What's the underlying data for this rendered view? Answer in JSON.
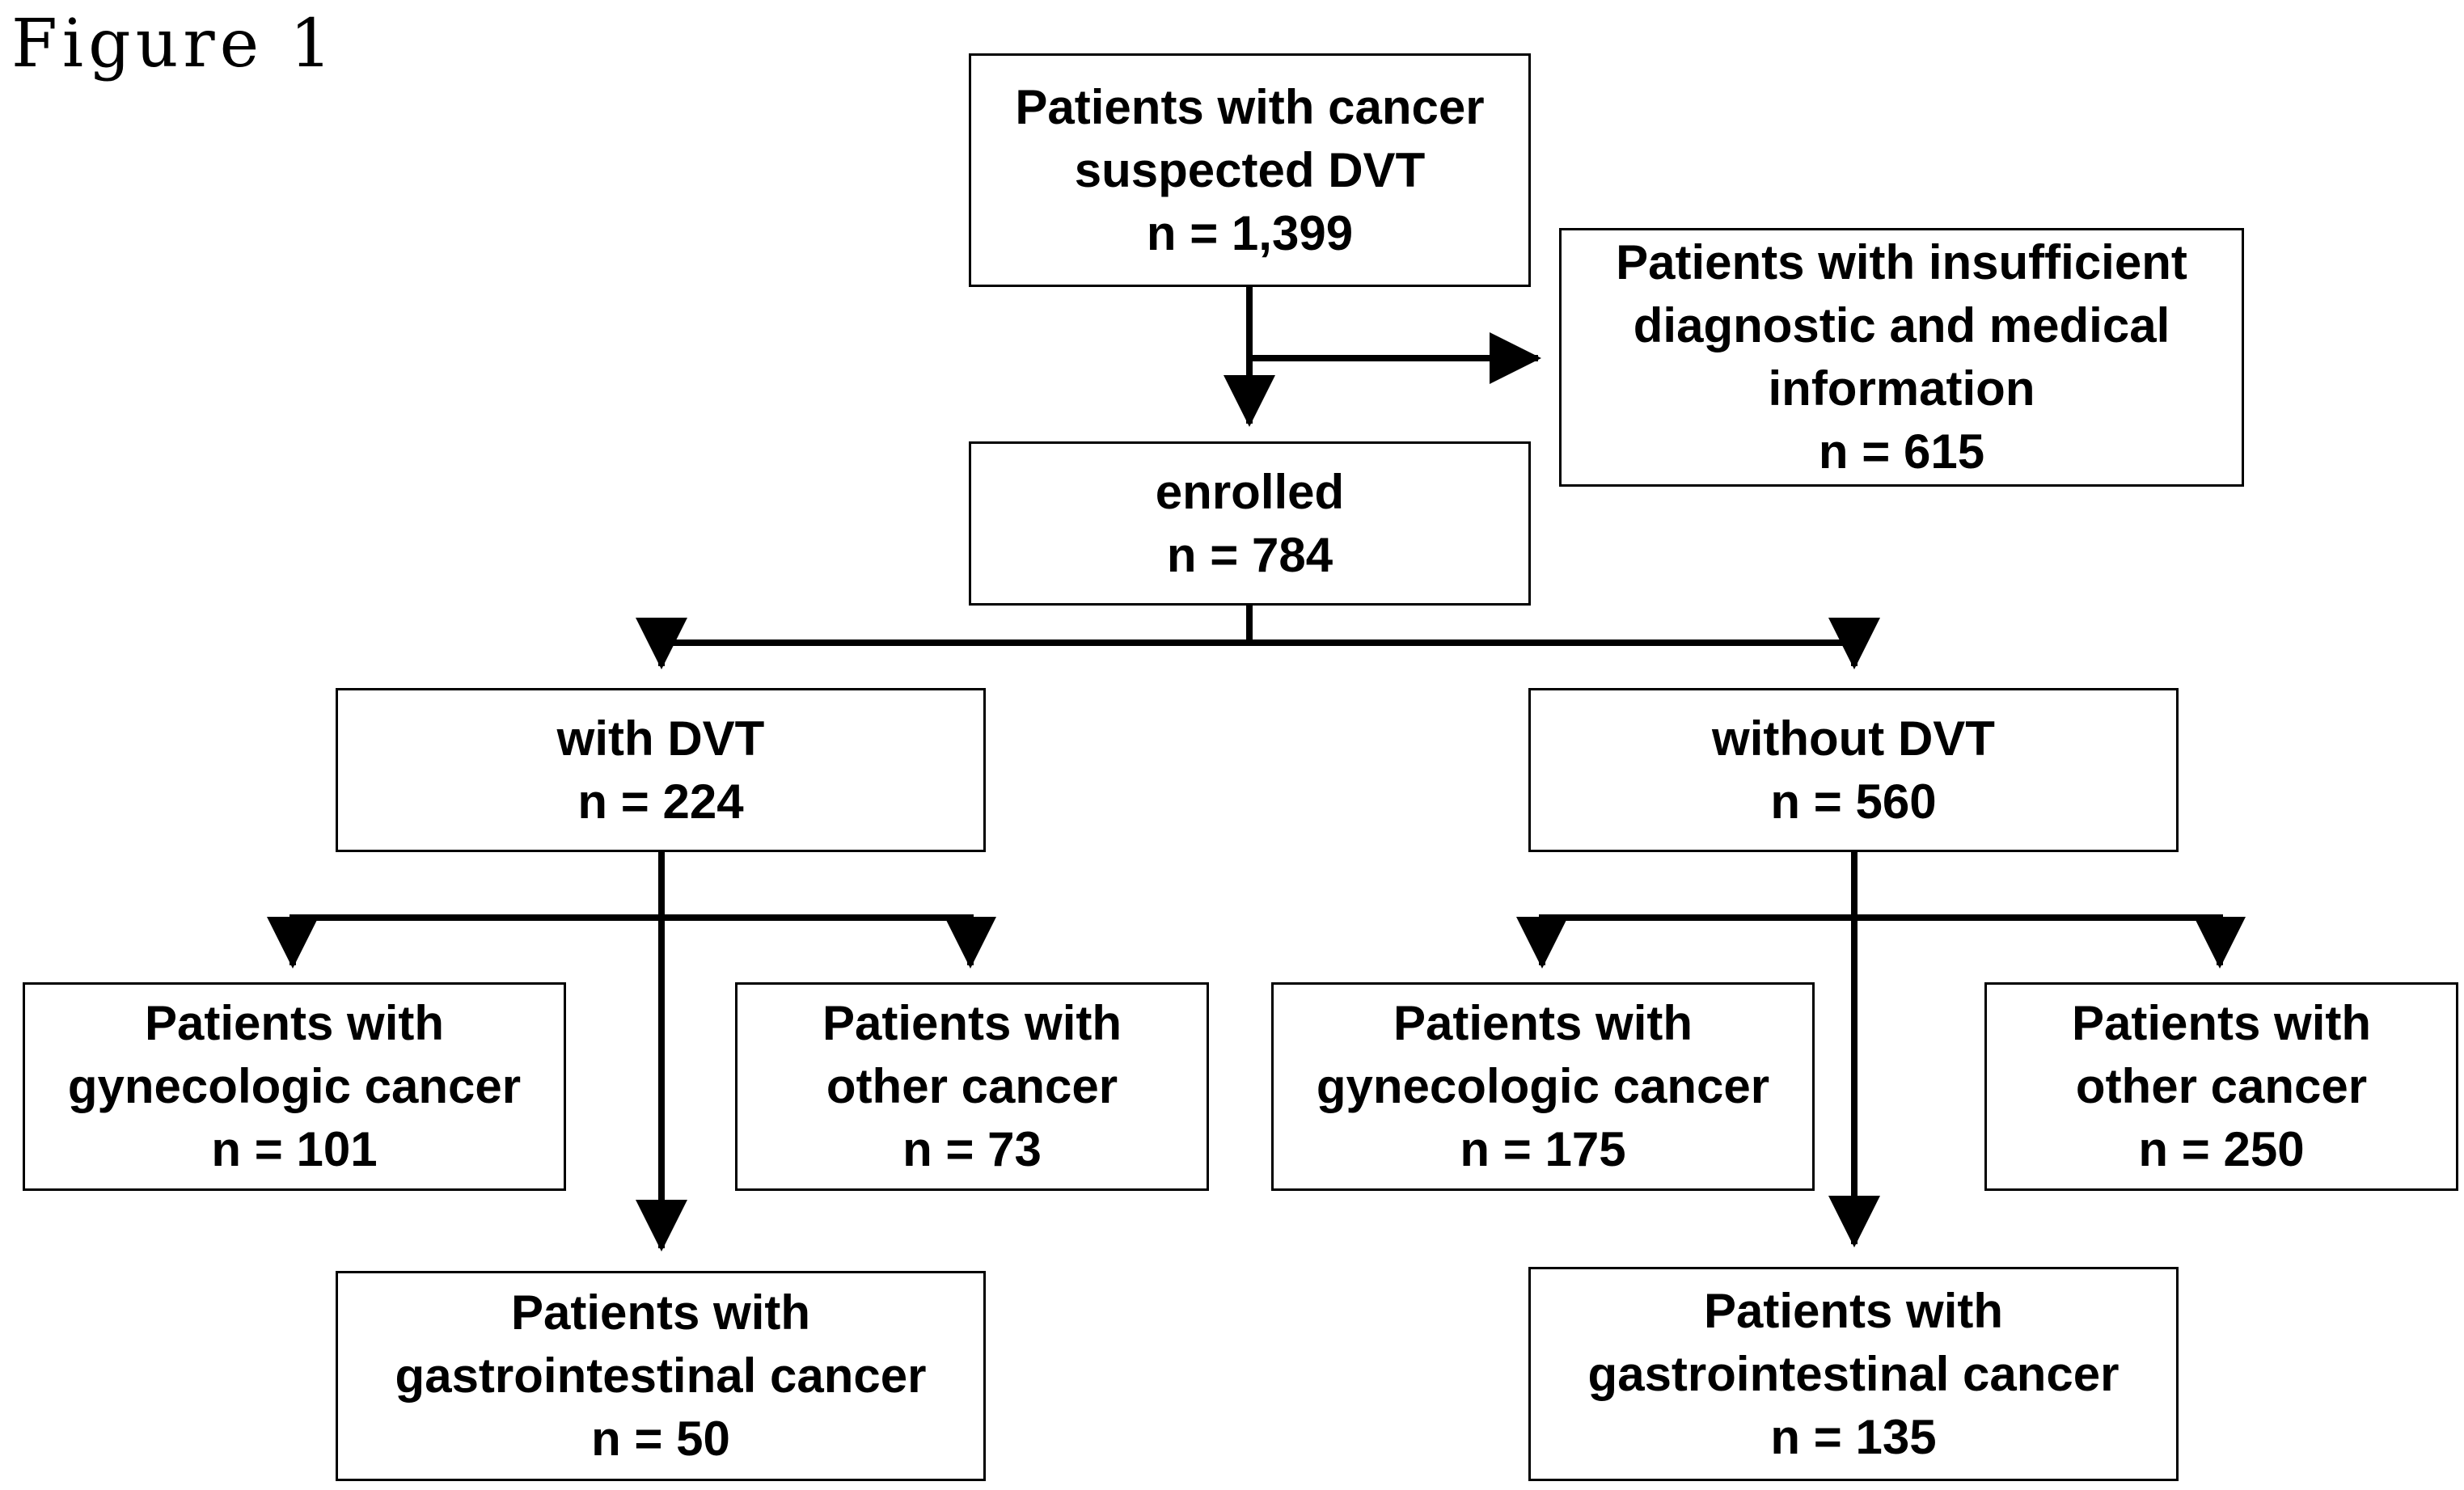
{
  "figure_label": "Figure 1",
  "nodes": {
    "root": {
      "lines": [
        "Patients with cancer",
        "suspected DVT",
        "n = 1,399"
      ]
    },
    "excluded": {
      "lines": [
        "Patients with insufficient",
        "diagnostic and medical",
        "information",
        "n = 615"
      ]
    },
    "enrolled": {
      "lines": [
        "enrolled",
        "n = 784"
      ]
    },
    "with_dvt": {
      "lines": [
        "with DVT",
        "n = 224"
      ]
    },
    "without_dvt": {
      "lines": [
        "without DVT",
        "n = 560"
      ]
    },
    "with_gyn": {
      "lines": [
        "Patients with",
        "gynecologic cancer",
        "n = 101"
      ]
    },
    "with_other": {
      "lines": [
        "Patients with",
        "other cancer",
        "n = 73"
      ]
    },
    "with_gi": {
      "lines": [
        "Patients with",
        "gastrointestinal cancer",
        "n = 50"
      ]
    },
    "without_gyn": {
      "lines": [
        "Patients with",
        "gynecologic cancer",
        "n = 175"
      ]
    },
    "without_other": {
      "lines": [
        "Patients with",
        "other cancer",
        "n = 250"
      ]
    },
    "without_gi": {
      "lines": [
        "Patients with",
        "gastrointestinal cancer",
        "n = 135"
      ]
    }
  },
  "edges": [
    [
      "root",
      "enrolled"
    ],
    [
      "root",
      "excluded"
    ],
    [
      "enrolled",
      "with_dvt"
    ],
    [
      "enrolled",
      "without_dvt"
    ],
    [
      "with_dvt",
      "with_gyn"
    ],
    [
      "with_dvt",
      "with_other"
    ],
    [
      "with_dvt",
      "with_gi"
    ],
    [
      "without_dvt",
      "without_gyn"
    ],
    [
      "without_dvt",
      "without_other"
    ],
    [
      "without_dvt",
      "without_gi"
    ]
  ]
}
